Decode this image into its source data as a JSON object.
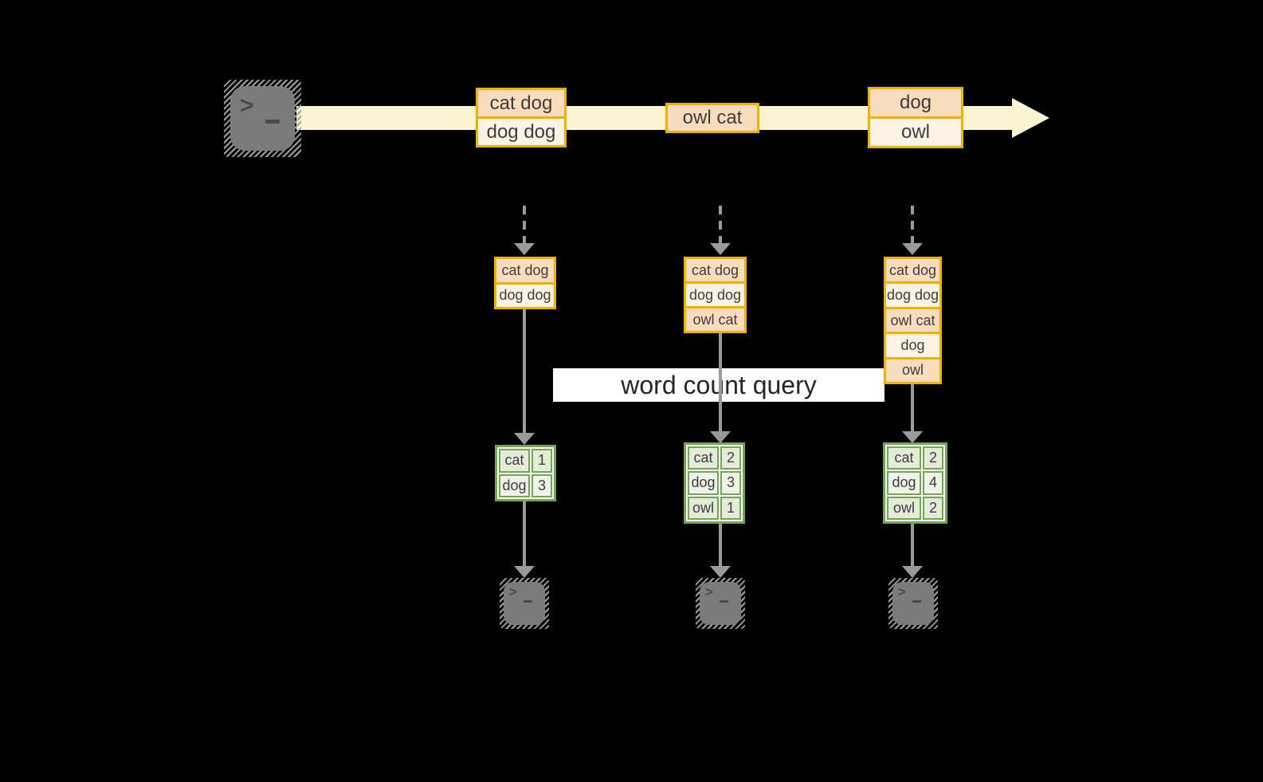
{
  "banner": {
    "label": "word count query"
  },
  "icons": {
    "terminal_prompt_glyph": ">"
  },
  "timeline": {
    "groups": [
      {
        "rows": [
          "cat dog",
          "dog dog"
        ]
      },
      {
        "rows": [
          "owl cat"
        ]
      },
      {
        "rows": [
          "dog",
          "owl"
        ]
      }
    ]
  },
  "columns": [
    {
      "log": [
        "cat dog",
        "dog dog"
      ],
      "counts": [
        {
          "word": "cat",
          "count": "1"
        },
        {
          "word": "dog",
          "count": "3"
        }
      ]
    },
    {
      "log": [
        "cat dog",
        "dog dog",
        "owl cat"
      ],
      "counts": [
        {
          "word": "cat",
          "count": "2"
        },
        {
          "word": "dog",
          "count": "3"
        },
        {
          "word": "owl",
          "count": "1"
        }
      ]
    },
    {
      "log": [
        "cat dog",
        "dog dog",
        "owl cat",
        "dog",
        "owl"
      ],
      "counts": [
        {
          "word": "cat",
          "count": "2"
        },
        {
          "word": "dog",
          "count": "4"
        },
        {
          "word": "owl",
          "count": "2"
        }
      ]
    }
  ],
  "colors": {
    "background": "#000000",
    "stream_band": "#FCF3D3",
    "box_border_orange": "#F0B200",
    "box_fill_peach": "#F9DCBD",
    "box_fill_cream": "#FDF2E4",
    "table_border_green": "#6FA84E",
    "table_fill_dark": "#E4EBD9",
    "table_fill_light": "#EEF2E9",
    "table_gap_white": "#FFFFFF",
    "banner_bg": "#FFFFFF",
    "banner_text": "#262626",
    "arrow_gray": "#9A9A9A",
    "terminal_gray": "#7B7B7B",
    "terminal_hatch": "#A0A0A0",
    "terminal_glyph_gray": "#4A4A4A",
    "text_dark": "#3D3D3D"
  }
}
